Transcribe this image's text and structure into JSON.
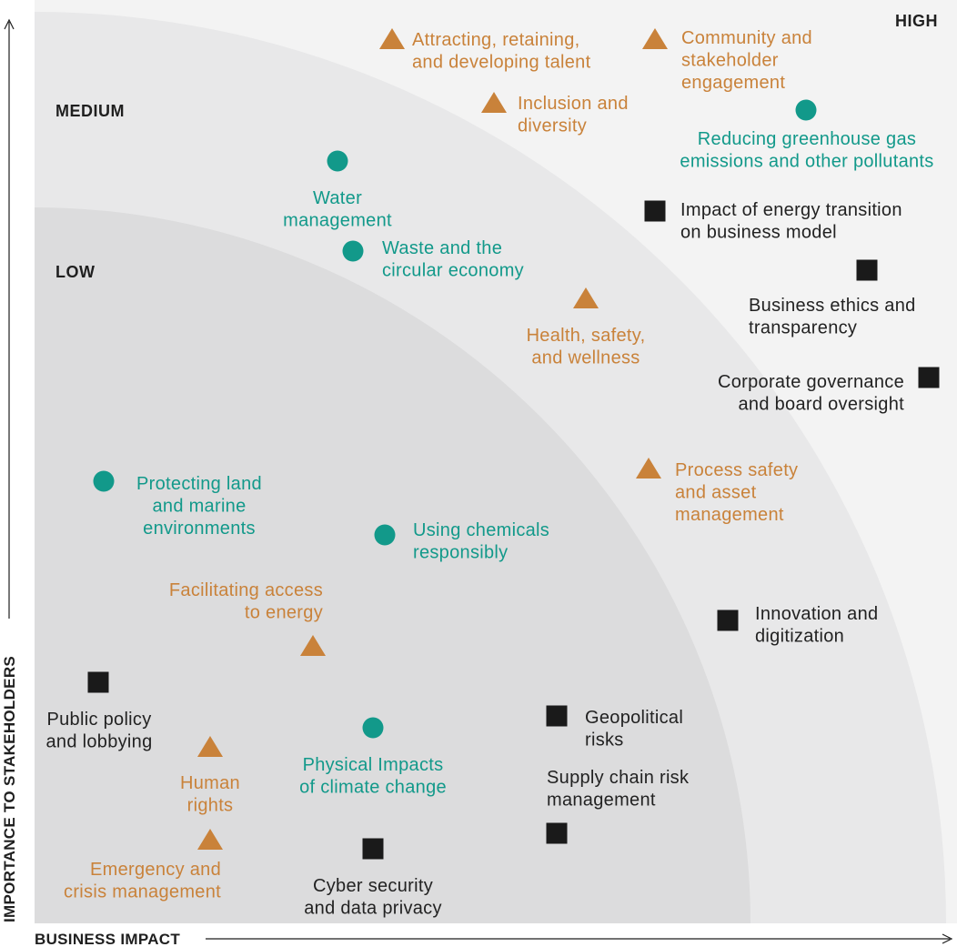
{
  "axes": {
    "x_label": "BUSINESS IMPACT",
    "y_label": "IMPORTANCE TO STAKEHOLDERS"
  },
  "zones": {
    "high": "HIGH",
    "medium": "MEDIUM",
    "low": "LOW"
  },
  "colors": {
    "social": "#c9823a",
    "environmental": "#12998a",
    "governance": "#1a1a1a",
    "zone_high": "#f3f3f3",
    "zone_medium": "#e8e8e9",
    "zone_low": "#dcdcdd"
  },
  "topics": [
    {
      "id": "talent",
      "category": "social",
      "lines": [
        "Attracting, retaining,",
        "and developing talent"
      ]
    },
    {
      "id": "community",
      "category": "social",
      "lines": [
        "Community and",
        "stakeholder",
        "engagement"
      ]
    },
    {
      "id": "inclusion",
      "category": "social",
      "lines": [
        "Inclusion and",
        "diversity"
      ]
    },
    {
      "id": "ghg",
      "category": "environmental",
      "lines": [
        "Reducing greenhouse gas",
        "emissions and other pollutants"
      ]
    },
    {
      "id": "water",
      "category": "environmental",
      "lines": [
        "Water",
        "management"
      ]
    },
    {
      "id": "energy-transition",
      "category": "governance",
      "lines": [
        "Impact of energy transition",
        "on business model"
      ]
    },
    {
      "id": "waste",
      "category": "environmental",
      "lines": [
        "Waste and the",
        "circular economy"
      ]
    },
    {
      "id": "ethics",
      "category": "governance",
      "lines": [
        "Business ethics and",
        "transparency"
      ]
    },
    {
      "id": "health",
      "category": "social",
      "lines": [
        "Health, safety,",
        "and wellness"
      ]
    },
    {
      "id": "governance",
      "category": "governance",
      "lines": [
        "Corporate governance",
        "and board oversight"
      ]
    },
    {
      "id": "process-safety",
      "category": "social",
      "lines": [
        "Process safety",
        "and asset",
        "management"
      ]
    },
    {
      "id": "land",
      "category": "environmental",
      "lines": [
        "Protecting land",
        "and marine",
        "environments"
      ]
    },
    {
      "id": "chemicals",
      "category": "environmental",
      "lines": [
        "Using chemicals",
        "responsibly"
      ]
    },
    {
      "id": "access-energy",
      "category": "social",
      "lines": [
        "Facilitating access",
        "to energy"
      ]
    },
    {
      "id": "innovation",
      "category": "governance",
      "lines": [
        "Innovation and",
        "digitization"
      ]
    },
    {
      "id": "public-policy",
      "category": "governance",
      "lines": [
        "Public policy",
        "and lobbying"
      ]
    },
    {
      "id": "geopolitical",
      "category": "governance",
      "lines": [
        "Geopolitical",
        "risks"
      ]
    },
    {
      "id": "physical-climate",
      "category": "environmental",
      "lines": [
        "Physical Impacts",
        "of climate change"
      ]
    },
    {
      "id": "human-rights",
      "category": "social",
      "lines": [
        "Human",
        "rights"
      ]
    },
    {
      "id": "supply-chain",
      "category": "governance",
      "lines": [
        "Supply chain risk",
        "management"
      ]
    },
    {
      "id": "emergency",
      "category": "social",
      "lines": [
        "Emergency and",
        "crisis management"
      ]
    },
    {
      "id": "cyber",
      "category": "governance",
      "lines": [
        "Cyber security",
        "and data privacy"
      ]
    }
  ]
}
